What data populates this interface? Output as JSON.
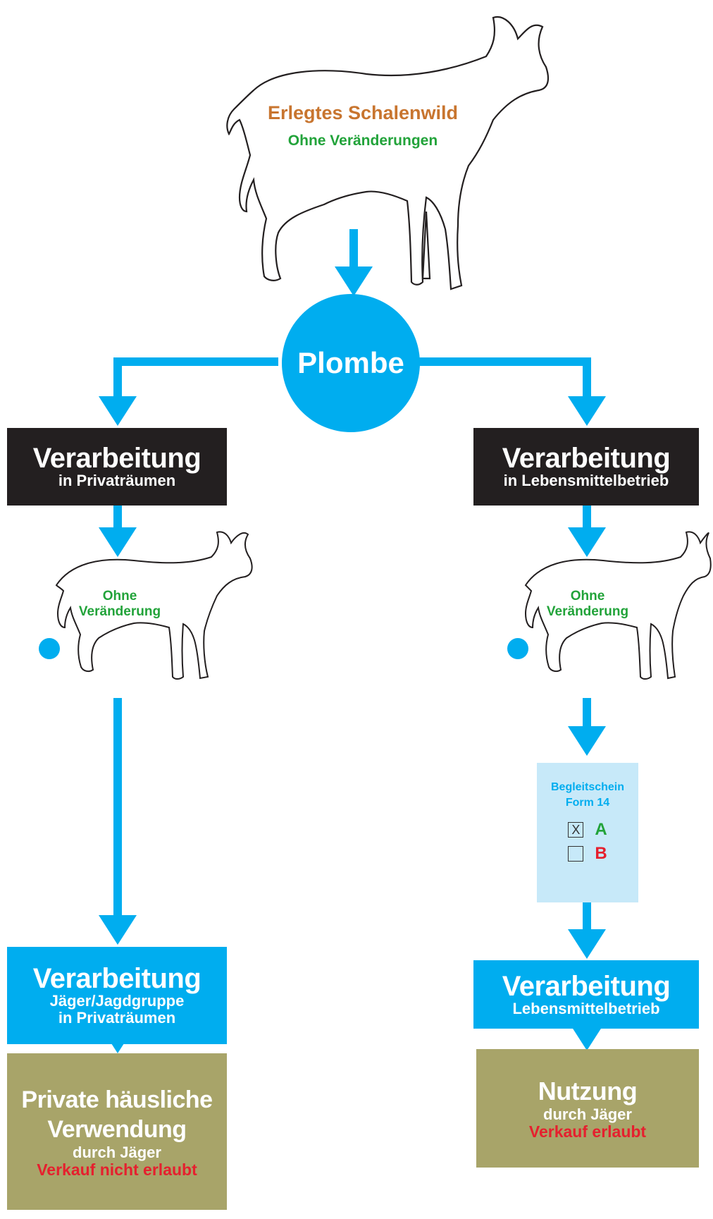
{
  "top": {
    "title": "Erlegtes Schalenwild",
    "subtitle": "Ohne Veränderungen"
  },
  "hub": {
    "label": "Plombe"
  },
  "left": {
    "process_title": "Verarbeitung",
    "process_sub": "in Privaträumen",
    "animal_label_1": "Ohne",
    "animal_label_2": "Veränderung",
    "final_process_title": "Verarbeitung",
    "final_process_sub1": "Jäger/Jagdgruppe",
    "final_process_sub2": "in Privaträumen",
    "outcome_title1": "Private häusliche",
    "outcome_title2": "Verwendung",
    "outcome_sub": "durch Jäger",
    "outcome_note": "Verkauf nicht erlaubt"
  },
  "right": {
    "process_title": "Verarbeitung",
    "process_sub": "in Lebensmittelbetrieb",
    "animal_label_1": "Ohne",
    "animal_label_2": "Veränderung",
    "form_title1": "Begleitschein",
    "form_title2": "Form 14",
    "option_a_mark": "X",
    "option_a": "A",
    "option_b_mark": "",
    "option_b": "B",
    "final_process_title": "Verarbeitung",
    "final_process_sub": "Lebensmittelbetrieb",
    "outcome_title": "Nutzung",
    "outcome_sub": "durch Jäger",
    "outcome_note": "Verkauf erlaubt"
  },
  "colors": {
    "arrow": "#00adef",
    "black_box": "#231f20",
    "blue_box": "#00adef",
    "olive_box": "#a8a469",
    "form_panel": "#c7e9f9",
    "green": "#22a33a",
    "red": "#e5202e",
    "orange": "#c8752f"
  }
}
